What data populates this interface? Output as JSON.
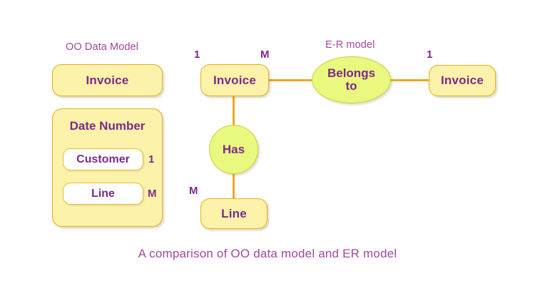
{
  "diagram": {
    "caption": "A comparison of OO data model and ER model",
    "colors": {
      "entity_fill": "#fcf2a9",
      "entity_border": "#e0b020",
      "relationship_fill": "#e9f87e",
      "relationship_border": "#c9cf3c",
      "connector": "#efa81d",
      "text_primary": "#7b2a8c",
      "text_label": "#a2479e",
      "inner_box_fill": "#ffffff",
      "background": "#ffffff"
    }
  },
  "oo_model": {
    "section_label": "OO Data Model",
    "invoice_class": {
      "name": "Invoice"
    },
    "detail_class": {
      "attributes": "Date Number",
      "members": [
        {
          "name": "Customer",
          "cardinality": "1"
        },
        {
          "name": "Line",
          "cardinality": "M"
        }
      ]
    }
  },
  "er_model": {
    "section_label": "E-R model",
    "entities": [
      {
        "id": "invoice-left",
        "name": "Invoice"
      },
      {
        "id": "invoice-right",
        "name": "Invoice"
      },
      {
        "id": "line",
        "name": "Line"
      }
    ],
    "relationships": [
      {
        "id": "belongs-to",
        "name": "Belongs to",
        "line1": "Belongs",
        "line2": "to"
      },
      {
        "id": "has",
        "name": "Has"
      }
    ],
    "cardinalities": {
      "invoice_left_top": "1",
      "invoice_left_right": "M",
      "invoice_right_top": "1",
      "line_left": "M"
    }
  }
}
